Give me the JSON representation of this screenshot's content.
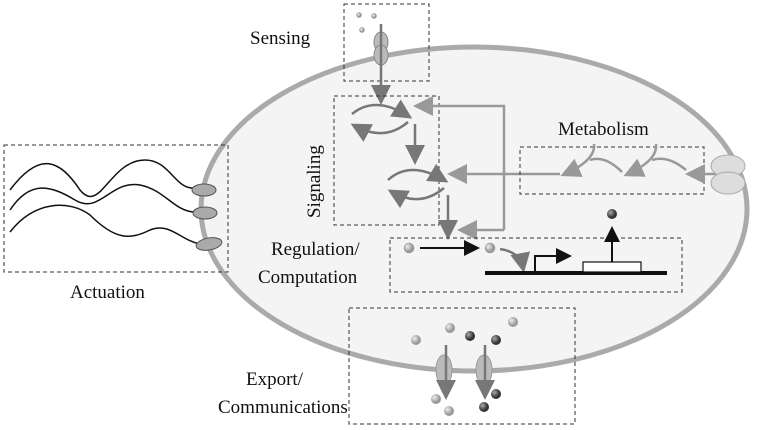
{
  "labels": {
    "sensing": "Sensing",
    "signaling": "Signaling",
    "metabolism": "Metabolism",
    "regulation_line1": "Regulation/",
    "regulation_line2": "Computation",
    "actuation": "Actuation",
    "export_line1": "Export/",
    "export_line2": "Communications"
  },
  "colors": {
    "cell_fill": "#f4f4f4",
    "membrane": "#aaaaaa",
    "arrow_dark": "#777777",
    "arrow_light": "#999999",
    "dna": "#111111"
  }
}
